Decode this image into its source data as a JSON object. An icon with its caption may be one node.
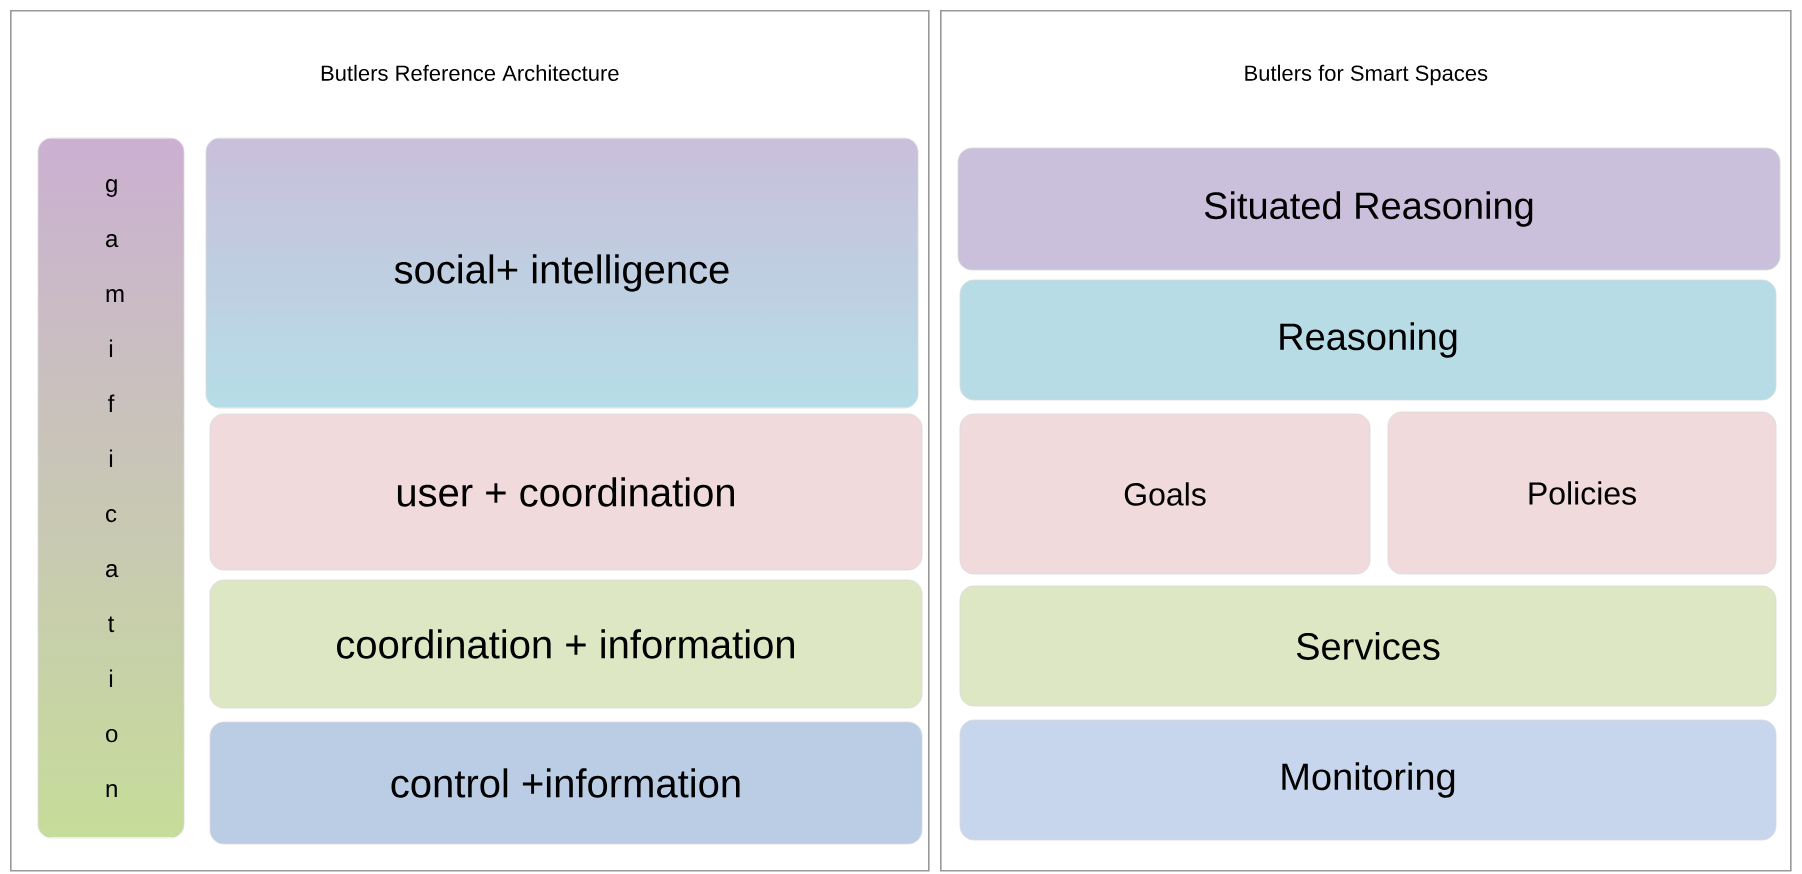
{
  "diagram": {
    "nodes": [
      {
        "text": [
          "Butlers Reference Architecture"
        ]
      },
      {
        "text": [
          "g a m i f i c a t i o n"
        ],
        "in": 0
      },
      {
        "text": [
          "social+ intelligence"
        ],
        "in": 0
      },
      {
        "text": [
          "user + coordination"
        ],
        "in": 0
      },
      {
        "text": [
          "coordination + information"
        ],
        "in": 0
      },
      {
        "text": [
          "control +information"
        ],
        "in": 0
      },
      {
        "text": [
          "Butlers for Smart Spaces"
        ]
      },
      {
        "text": [
          "Situated Reasoning"
        ],
        "in": 6
      },
      {
        "text": [
          "Reasoning"
        ],
        "in": 6
      },
      {
        "text": [
          "Goals"
        ],
        "in": 6
      },
      {
        "text": [
          "Policies"
        ],
        "in": 6
      },
      {
        "text": [
          "Services"
        ],
        "in": 6
      },
      {
        "text": [
          "Monitoring"
        ],
        "in": 6
      }
    ]
  }
}
